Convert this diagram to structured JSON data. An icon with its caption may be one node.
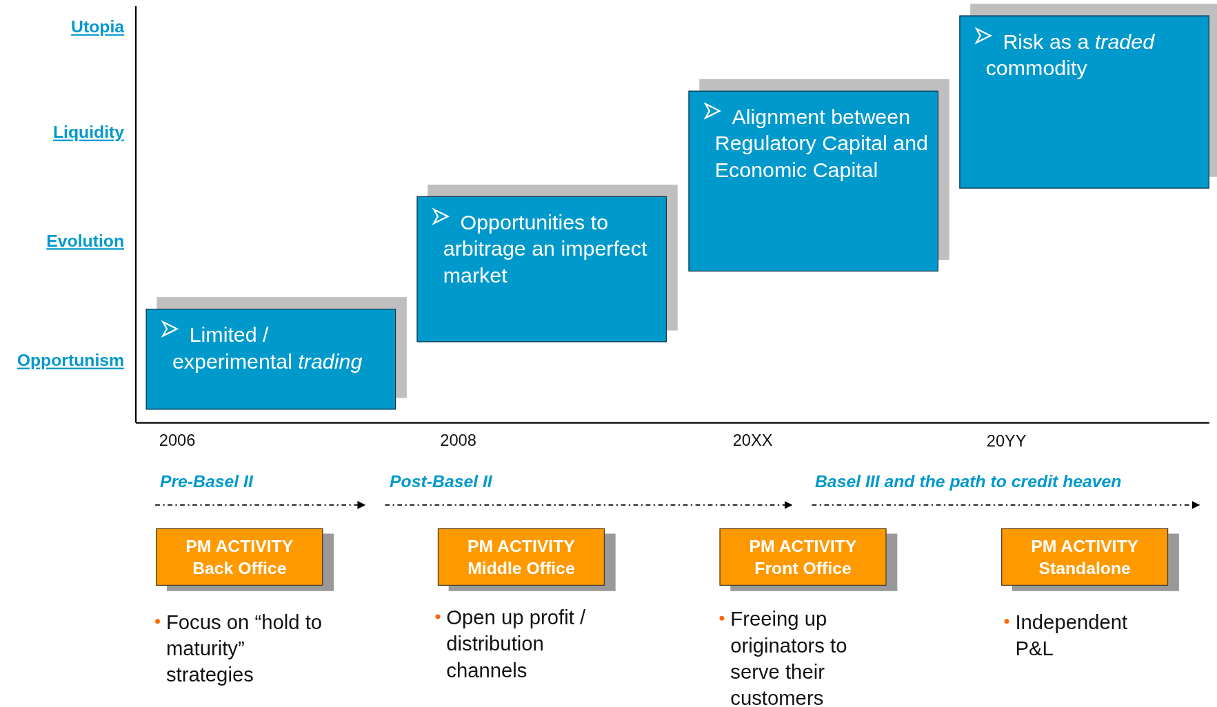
{
  "diagram": {
    "nodes": [
      {
        "text": [
          "Limited / experimental *trading*"
        ]
      },
      {
        "text": [
          "Opportunities to arbitrage an imperfect market"
        ]
      },
      {
        "text": [
          "Alignment between Regulatory Capital and Economic Capital"
        ]
      },
      {
        "text": [
          "Risk as a *traded* commodity"
        ]
      },
      {
        "text": [
          "PM ACTIVITY",
          "Back Office"
        ],
        "beside": [
          "Focus on “hold to maturity” strategies"
        ]
      },
      {
        "text": [
          "PM ACTIVITY",
          "Middle Office"
        ],
        "beside": [
          "Open up profit / distribution channels"
        ]
      },
      {
        "text": [
          "PM ACTIVITY",
          "Front Office"
        ],
        "beside": [
          "Freeing up originators to serve their customers"
        ]
      },
      {
        "text": [
          "PM ACTIVITY",
          "Standalone"
        ],
        "beside": [
          "Independent P&L"
        ]
      }
    ],
    "labels": [
      "Utopia",
      "Liquidity",
      "Evolution",
      "Opportunism",
      "2006",
      "2008",
      "20XX",
      "20YY",
      "Pre-Basel II",
      "Post-Basel II",
      "Basel III and the path to credit heaven"
    ]
  }
}
